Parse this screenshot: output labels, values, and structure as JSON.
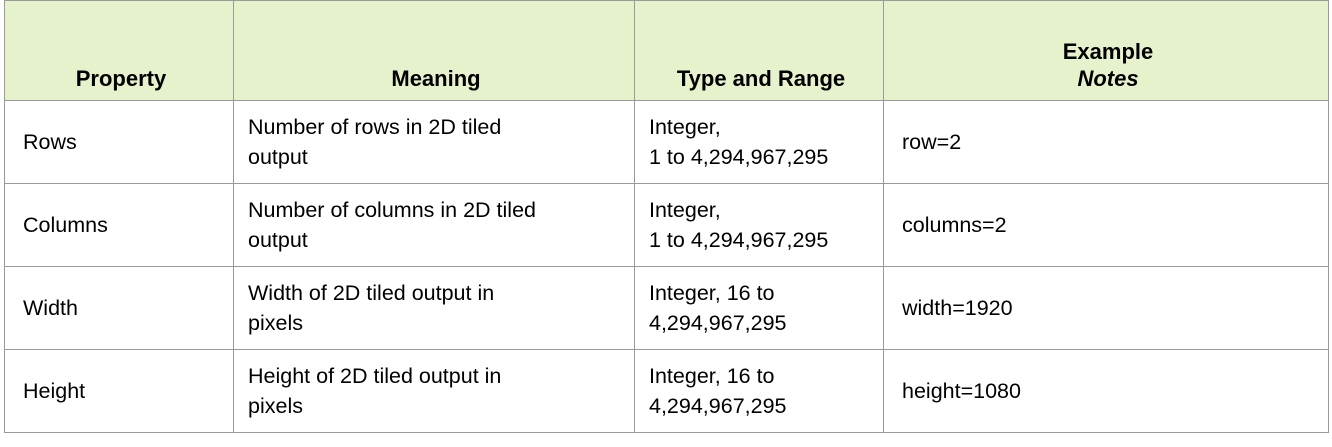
{
  "table": {
    "headers": {
      "property": "Property",
      "meaning": "Meaning",
      "type_and_range": "Type and Range",
      "example": "Example",
      "notes": "Notes"
    },
    "rows": [
      {
        "property": "Rows",
        "meaning": [
          "Number of rows in 2D tiled",
          "output"
        ],
        "type_and_range": [
          "Integer,",
          "1 to 4,294,967,295"
        ],
        "example": "row=2"
      },
      {
        "property": "Columns",
        "meaning": [
          "Number of columns in 2D tiled",
          "output"
        ],
        "type_and_range": [
          "Integer,",
          "1 to 4,294,967,295"
        ],
        "example": "columns=2"
      },
      {
        "property": "Width",
        "meaning": [
          "Width of 2D tiled output in",
          "pixels"
        ],
        "type_and_range": [
          "Integer, 16 to",
          "4,294,967,295"
        ],
        "example": "width=1920"
      },
      {
        "property": "Height",
        "meaning": [
          "Height of 2D tiled output in",
          "pixels"
        ],
        "type_and_range": [
          "Integer, 16 to",
          "4,294,967,295"
        ],
        "example": "height=1080"
      }
    ],
    "colors": {
      "header_background": "#e6f2cc",
      "border": "#9a9a9a"
    }
  }
}
